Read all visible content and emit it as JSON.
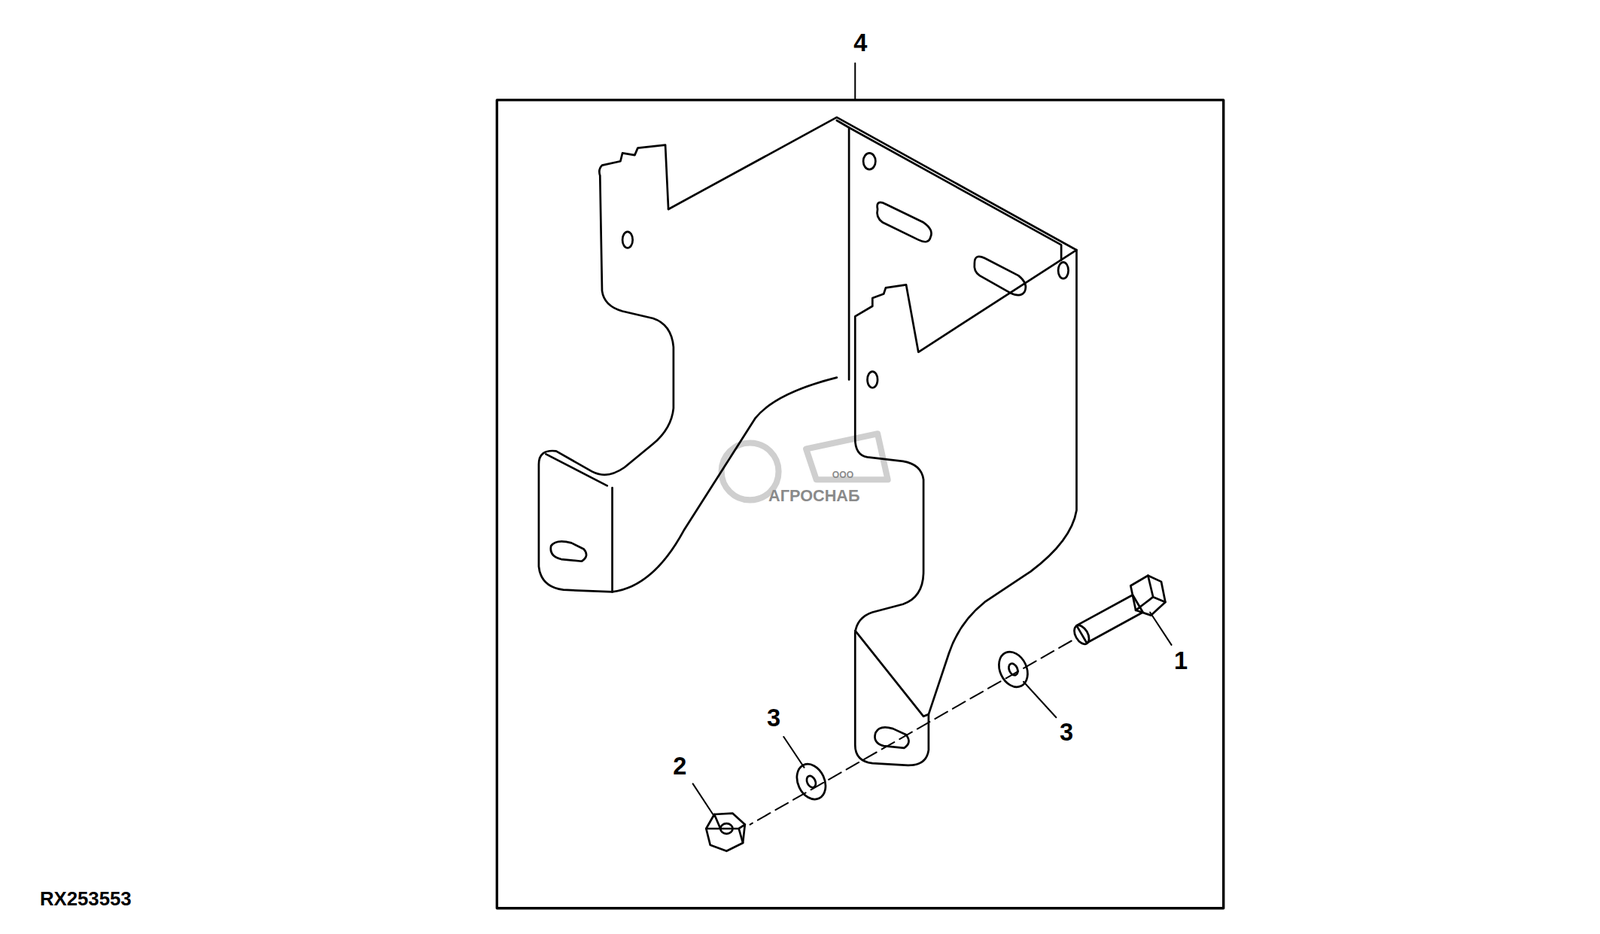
{
  "diagram": {
    "labels": [
      "4",
      "1",
      "3",
      "3",
      "2",
      "RX253553",
      "ООО",
      "АГРОСНАБ"
    ]
  }
}
